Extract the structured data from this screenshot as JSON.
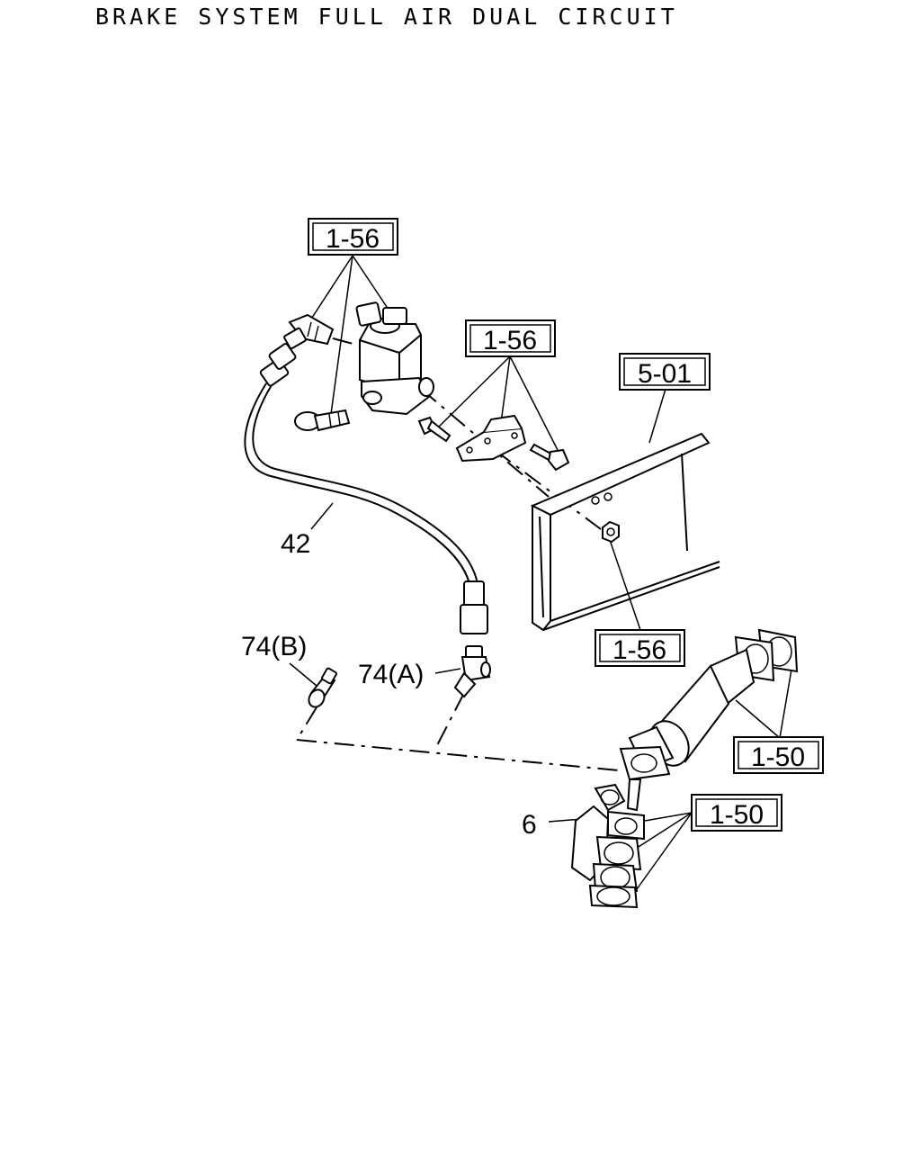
{
  "title": "BRAKE SYSTEM FULL AIR DUAL CIRCUIT",
  "refs": {
    "r1": "1-56",
    "r2": "1-56",
    "r3": "5-01",
    "r4": "1-56",
    "r5": "1-50",
    "r6": "1-50"
  },
  "labels": {
    "hose": "42",
    "connector_b": "74(B)",
    "connector_a": "74(A)",
    "pipe_elbow": "6"
  }
}
